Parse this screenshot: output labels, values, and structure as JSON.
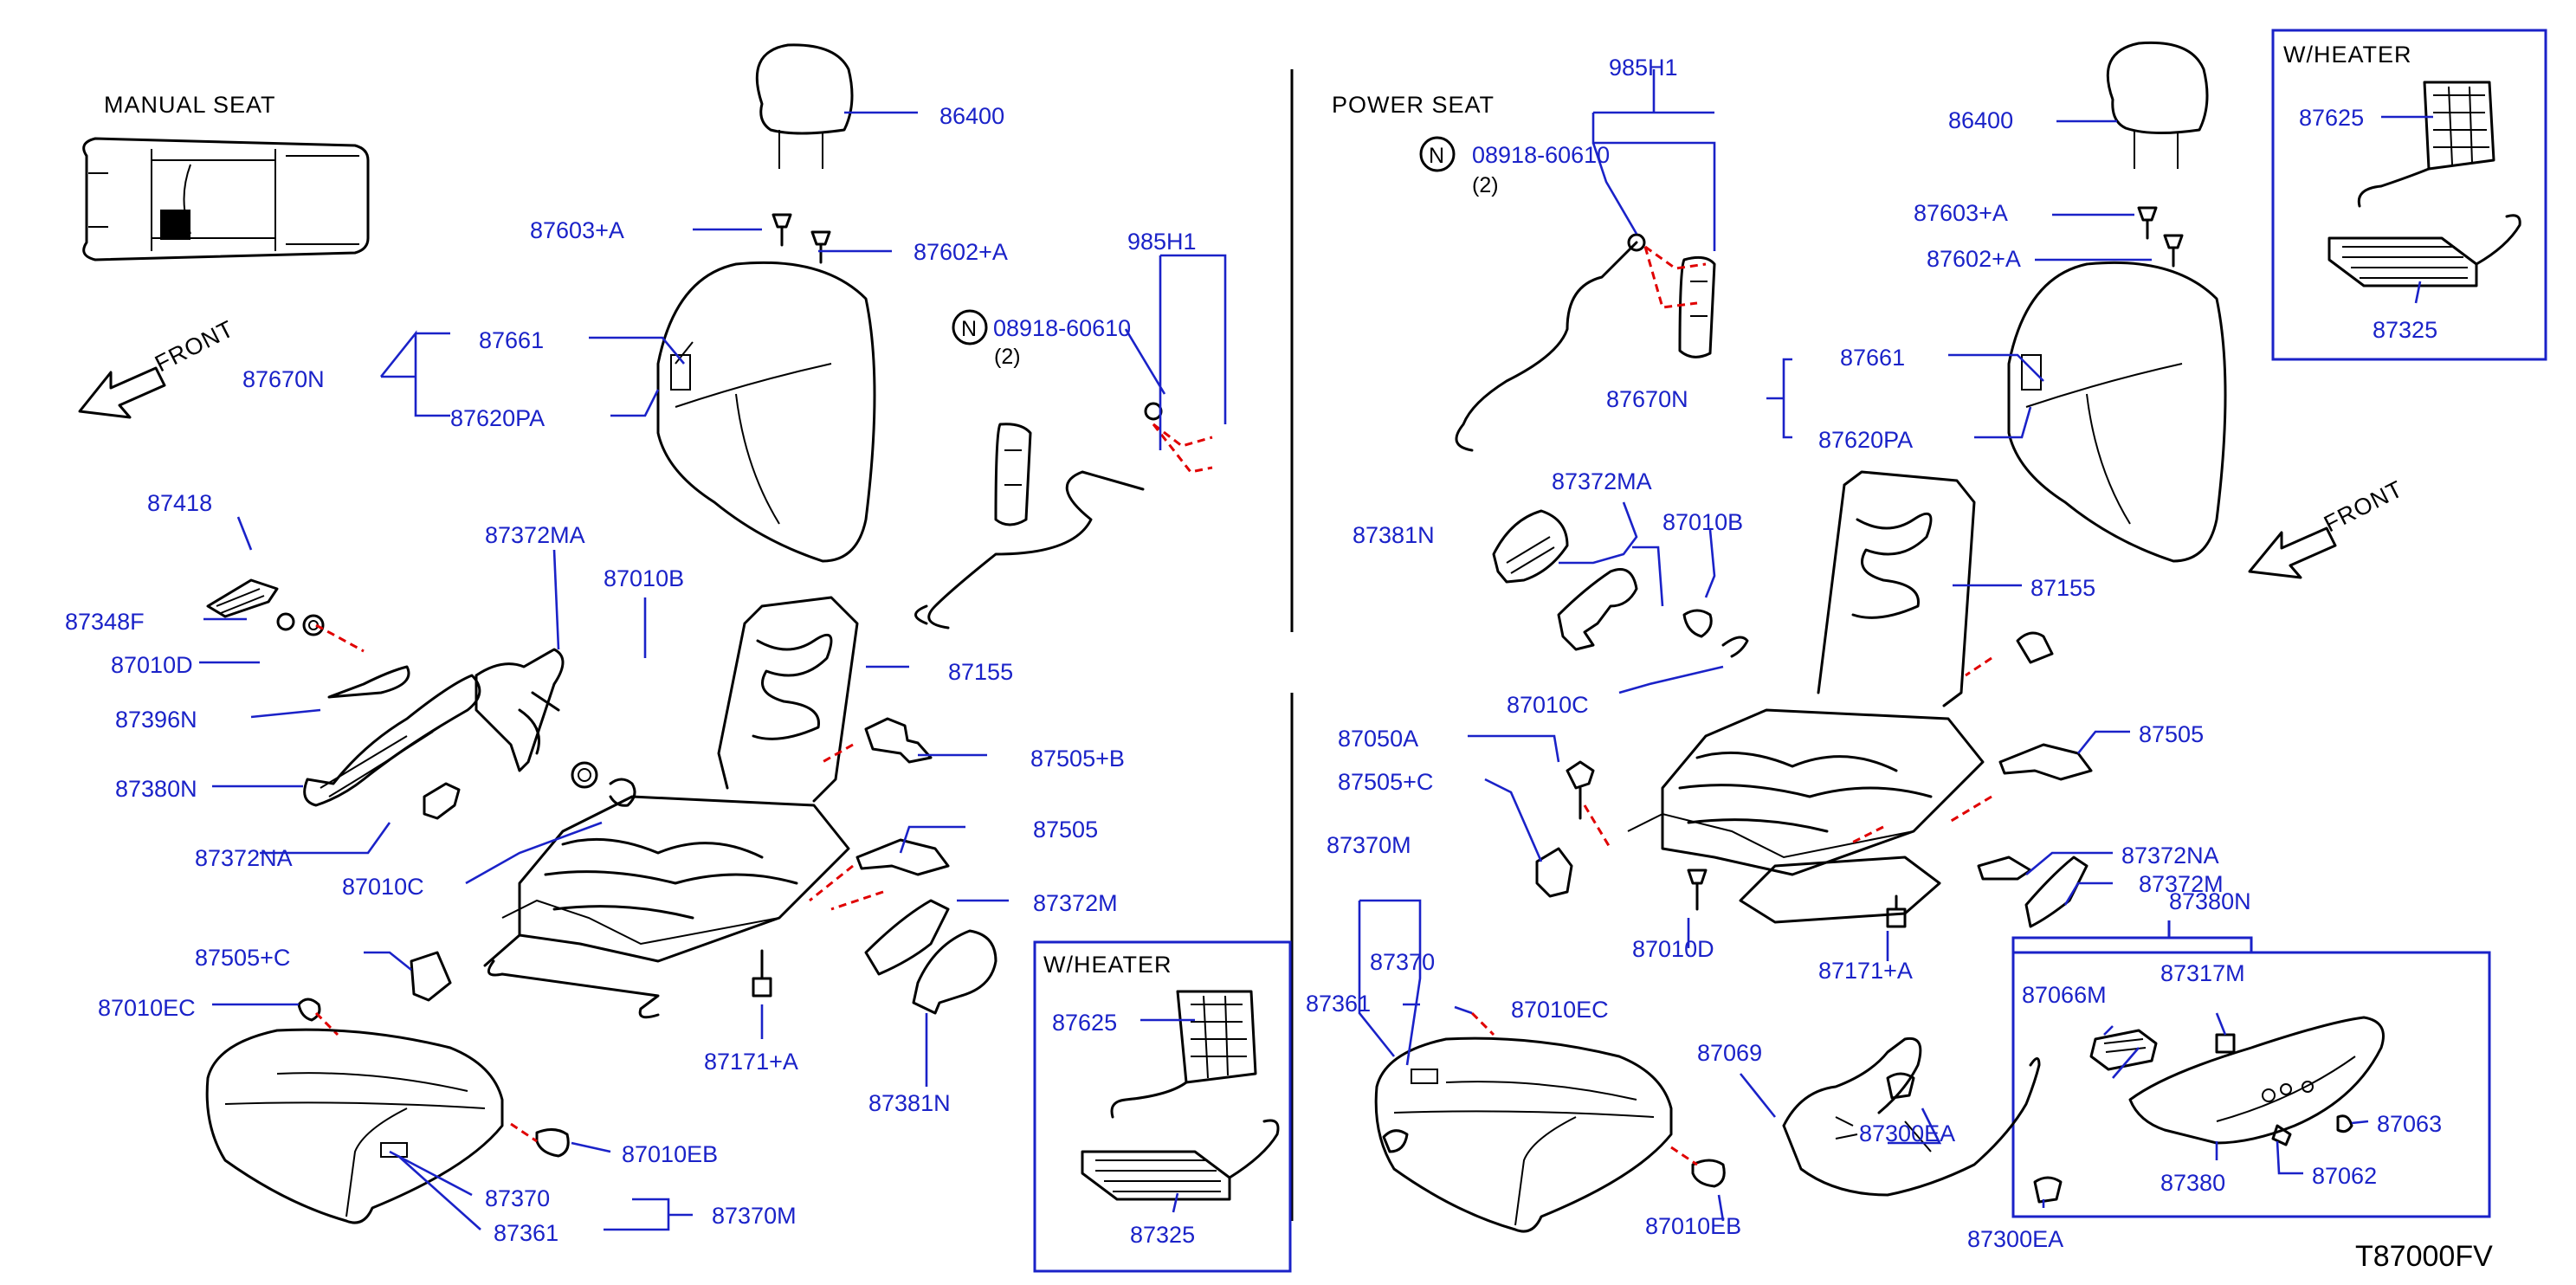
{
  "headers": {
    "manual_seat": "MANUAL   SEAT",
    "power_seat": "POWER   SEAT",
    "front_left": "FRONT",
    "front_right": "FRONT",
    "heater_left": "W/HEATER",
    "heater_right": "W/HEATER"
  },
  "diagram_ref": "T87000FV",
  "quantity_note": "(2)",
  "nut_symbol": "N",
  "colors": {
    "label": "#1a22c8",
    "part_line": "#000000",
    "mating_line": "#e00000"
  },
  "manual_labels": [
    "86400",
    "87603+A",
    "87602+A",
    "985H1",
    "08918-60610",
    "87661",
    "87670N",
    "87620PA",
    "87418",
    "87372MA",
    "87010B",
    "87348F",
    "87010D",
    "87155",
    "87396N",
    "87505+B",
    "87380N",
    "87505",
    "87372NA",
    "87010C",
    "87372M",
    "87505+C",
    "87010EC",
    "87171+A",
    "87381N",
    "87010EB",
    "87370",
    "87361",
    "87370M"
  ],
  "heater_left_labels": [
    "87625",
    "87325"
  ],
  "power_labels": [
    "985H1",
    "08918-60610",
    "86400",
    "87603+A",
    "87602+A",
    "87661",
    "87670N",
    "87620PA",
    "87372MA",
    "87381N",
    "87010B",
    "87155",
    "87010C",
    "87050A",
    "87505+C",
    "87505",
    "87372NA",
    "87370M",
    "87372M",
    "87370",
    "87010D",
    "87380N",
    "87361",
    "87010EC",
    "87171+A",
    "87066M",
    "87317M",
    "87069",
    "87300EA",
    "87063",
    "87380",
    "87062",
    "87010EB",
    "87300EA"
  ],
  "heater_right_labels": [
    "87625",
    "87325"
  ]
}
